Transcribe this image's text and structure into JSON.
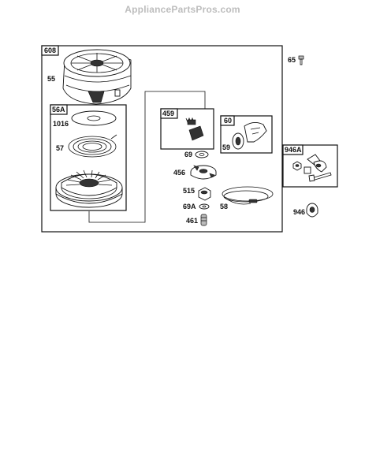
{
  "header": {
    "watermark": "AppliancePartsPros.com"
  },
  "assemblies": {
    "main": "608",
    "starter_pulley_group": "56A",
    "pawl_kit": "459",
    "handle_group": "60",
    "bolt_kit": "946A"
  },
  "parts": {
    "p55": "55",
    "p1016": "1016",
    "p57": "57",
    "p69": "69",
    "p456": "456",
    "p515": "515",
    "p69a": "69A",
    "p461": "461",
    "p58": "58",
    "p59": "59",
    "p65": "65",
    "p946": "946"
  }
}
